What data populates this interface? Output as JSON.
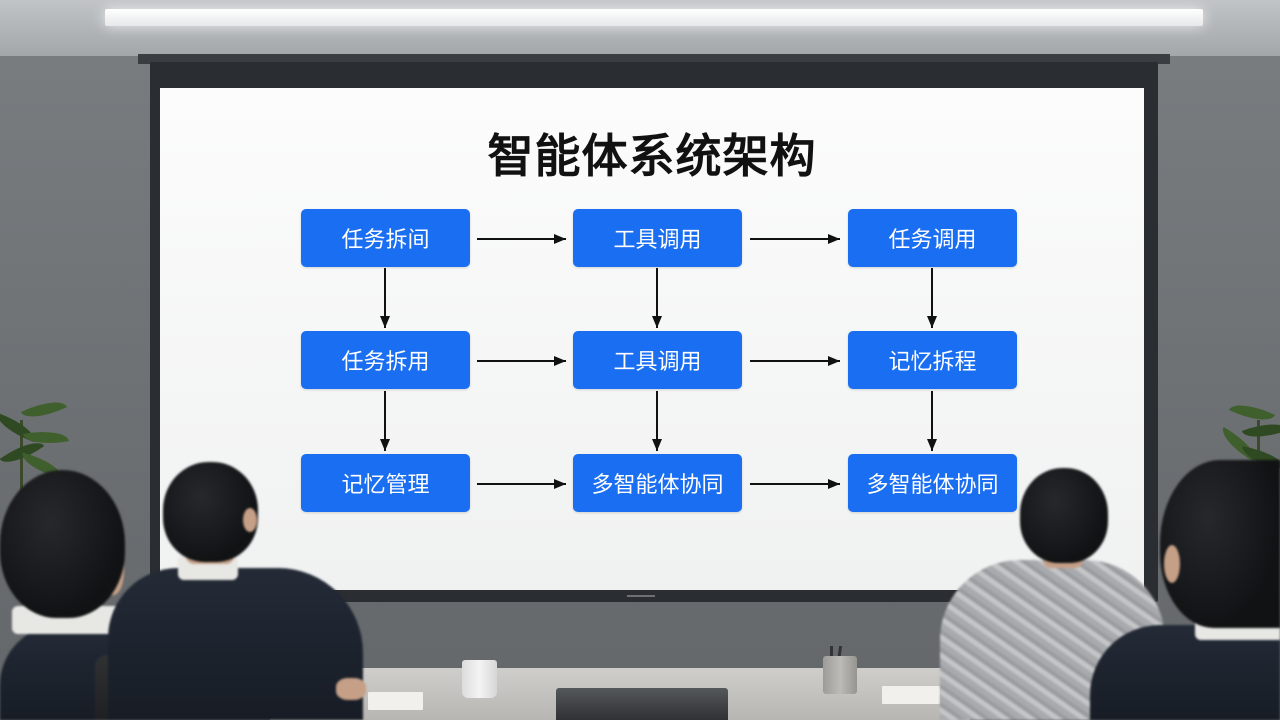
{
  "screen": {
    "title": "智能体系统架构"
  },
  "diagram": {
    "node_color": "#1a6ef2",
    "arrow_color": "#111111",
    "nodes": [
      {
        "label": "任务拆间"
      },
      {
        "label": "工具调用"
      },
      {
        "label": "任务调用"
      },
      {
        "label": "任务拆用"
      },
      {
        "label": "工具调用"
      },
      {
        "label": "记忆拆程"
      },
      {
        "label": "记忆管理"
      },
      {
        "label": "多智能体协同"
      },
      {
        "label": "多智能体协同"
      }
    ],
    "edges": [
      {
        "from": 0,
        "to": 1
      },
      {
        "from": 1,
        "to": 2
      },
      {
        "from": 3,
        "to": 4
      },
      {
        "from": 4,
        "to": 5
      },
      {
        "from": 6,
        "to": 7
      },
      {
        "from": 7,
        "to": 8
      },
      {
        "from": 0,
        "to": 3
      },
      {
        "from": 3,
        "to": 6
      },
      {
        "from": 1,
        "to": 4
      },
      {
        "from": 4,
        "to": 7
      },
      {
        "from": 2,
        "to": 5
      },
      {
        "from": 5,
        "to": 8
      }
    ]
  }
}
